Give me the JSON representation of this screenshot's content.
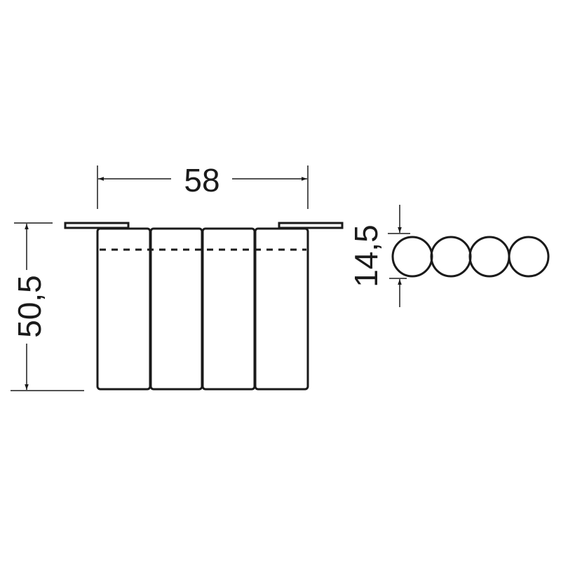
{
  "dimensions": {
    "width": "58",
    "height": "50,5",
    "diameter": "14,5"
  },
  "colors": {
    "line": "#1a1a1a",
    "background": "#ffffff"
  }
}
